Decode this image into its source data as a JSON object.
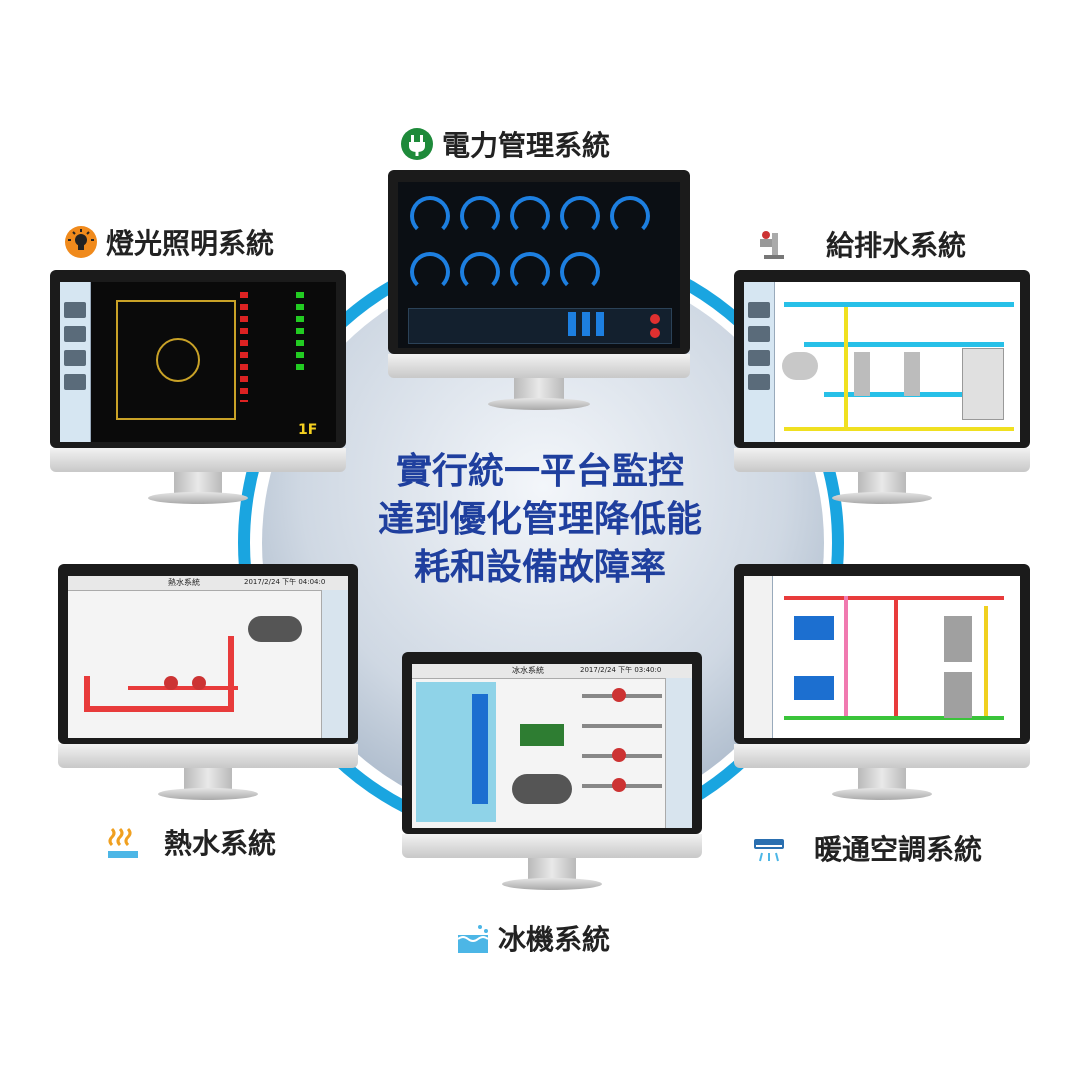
{
  "slogan": {
    "line1": "實行統一平台監控",
    "line2": "達到優化管理降低能",
    "line3": "耗和設備故障率"
  },
  "systems": {
    "power": {
      "label": "電力管理系統",
      "icon": "power-plug-icon",
      "color": "#1e8a3a"
    },
    "lighting": {
      "label": "燈光照明系統",
      "icon": "light-bulb-icon",
      "color": "#f08a1c"
    },
    "water": {
      "label": "給排水系統",
      "icon": "faucet-icon",
      "color": "#8a8a8a"
    },
    "hotwater": {
      "label": "熱水系統",
      "icon": "heat-waves-icon",
      "color": "#f0a020"
    },
    "chiller": {
      "label": "冰機系統",
      "icon": "ice-water-icon",
      "color": "#4cb6e6"
    },
    "hvac": {
      "label": "暖通空調系統",
      "icon": "air-conditioner-icon",
      "color": "#2a6fb0"
    }
  },
  "screens": {
    "lighting": {
      "floor": "1F"
    },
    "hotwater": {
      "title": "熱水系統",
      "timestamp": "2017/2/24 下午 04:04:0"
    },
    "chiller": {
      "title": "冰水系統",
      "timestamp": "2017/2/24 下午 03:40:0"
    }
  },
  "colors": {
    "ring": "#1aa5e0",
    "slogan": "#1f3f9e"
  }
}
